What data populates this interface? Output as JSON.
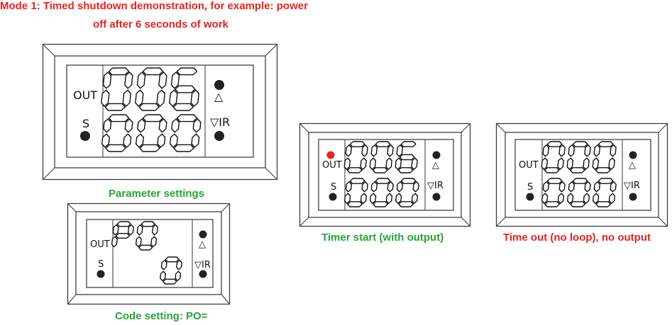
{
  "title_line1": "Mode 1: Timed shutdown demonstration, for example: power",
  "title_line2": "off after 6 seconds of work",
  "captions": {
    "param": "Parameter settings",
    "code": "Code setting: PO=",
    "start": "Timer start (with output)",
    "timeout": "Time out (no loop), no output"
  },
  "labels": {
    "out": "OUT",
    "s": "S",
    "up": "△",
    "down_ir": "▽IR"
  },
  "colors": {
    "red_text": "#e8231f",
    "green_text": "#27a33a",
    "indicator": "#e8231f"
  },
  "displays": {
    "param": {
      "top": "006",
      "bottom": "000",
      "out_on": false
    },
    "code": {
      "top": "P0",
      "bottom": "0",
      "out_on": false
    },
    "start": {
      "top": "006",
      "bottom": "000",
      "out_on": true
    },
    "timeout": {
      "top": "000",
      "bottom": "000",
      "out_on": false
    }
  }
}
